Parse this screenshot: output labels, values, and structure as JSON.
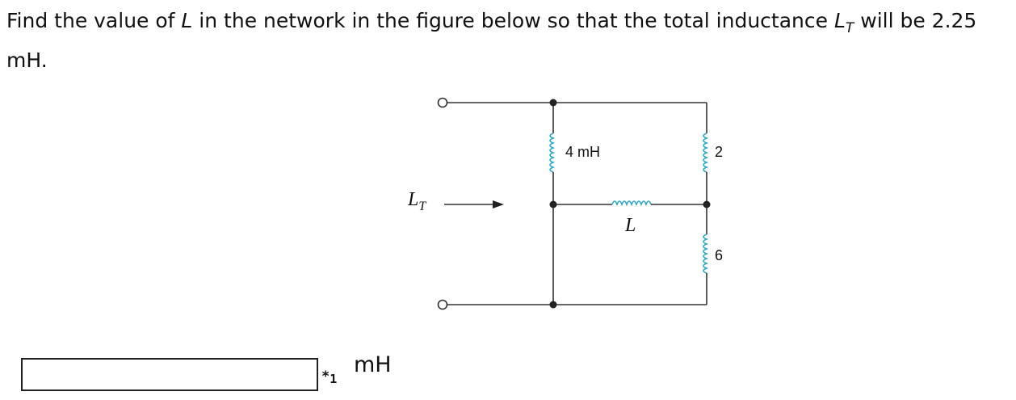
{
  "question": {
    "text_before_L": "Find the value of ",
    "var_L": "L",
    "text_middle": " in the network in the figure below so that the total inductance ",
    "var_LT_main": "L",
    "var_LT_sub": "T",
    "text_after": " will be 2.25 mH."
  },
  "circuit": {
    "inductor_left_label": "4 mH",
    "inductor_top_right_label": "2 mH",
    "inductor_bottom_right_label": "6 mH",
    "inductor_middle_label": "L",
    "total_label_main": "L",
    "total_label_sub": "T",
    "coil_color": "#2aa8c8"
  },
  "answer": {
    "value": "",
    "marker": "*",
    "marker_number": "1",
    "unit": "mH"
  }
}
